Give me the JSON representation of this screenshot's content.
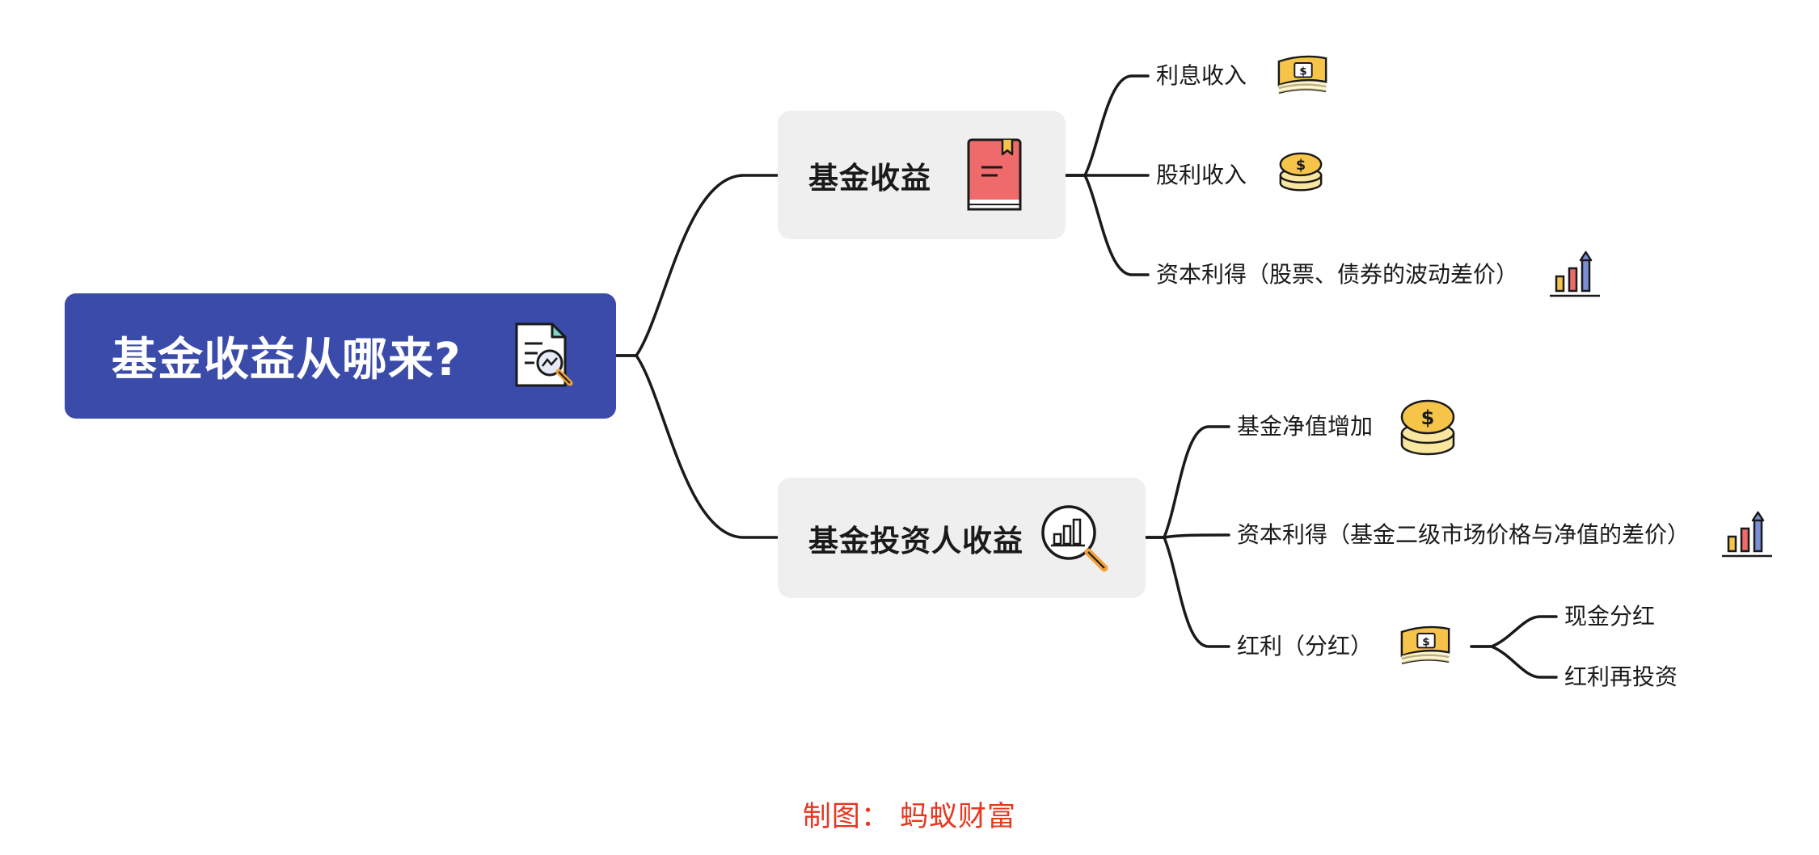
{
  "root": {
    "title": "基金收益从哪来?",
    "icon": "document-magnifier-icon"
  },
  "branches": [
    {
      "title": "基金收益",
      "icon": "red-book-icon",
      "leaves": [
        {
          "label": "利息收入",
          "icon": "banknote-icon"
        },
        {
          "label": "股利收入",
          "icon": "coin-stack-icon"
        },
        {
          "label": "资本利得（股票、债券的波动差价）",
          "icon": "bar-chart-up-icon"
        }
      ]
    },
    {
      "title": "基金投资人收益",
      "icon": "magnifier-chart-icon",
      "leaves": [
        {
          "label": "基金净值增加",
          "icon": "coin-stack-icon"
        },
        {
          "label": "资本利得（基金二级市场价格与净值的差价）",
          "icon": "bar-chart-up-icon"
        },
        {
          "label": "红利（分红）",
          "icon": "banknote-icon",
          "children": [
            {
              "label": "现金分红"
            },
            {
              "label": "红利再投资"
            }
          ]
        }
      ]
    }
  ],
  "footer": "制图： 蚂蚁财富",
  "colors": {
    "root_bg": "#3a4ba9",
    "branch_bg": "#efefef",
    "line": "#1a1a1a",
    "footer": "#e8361f"
  }
}
